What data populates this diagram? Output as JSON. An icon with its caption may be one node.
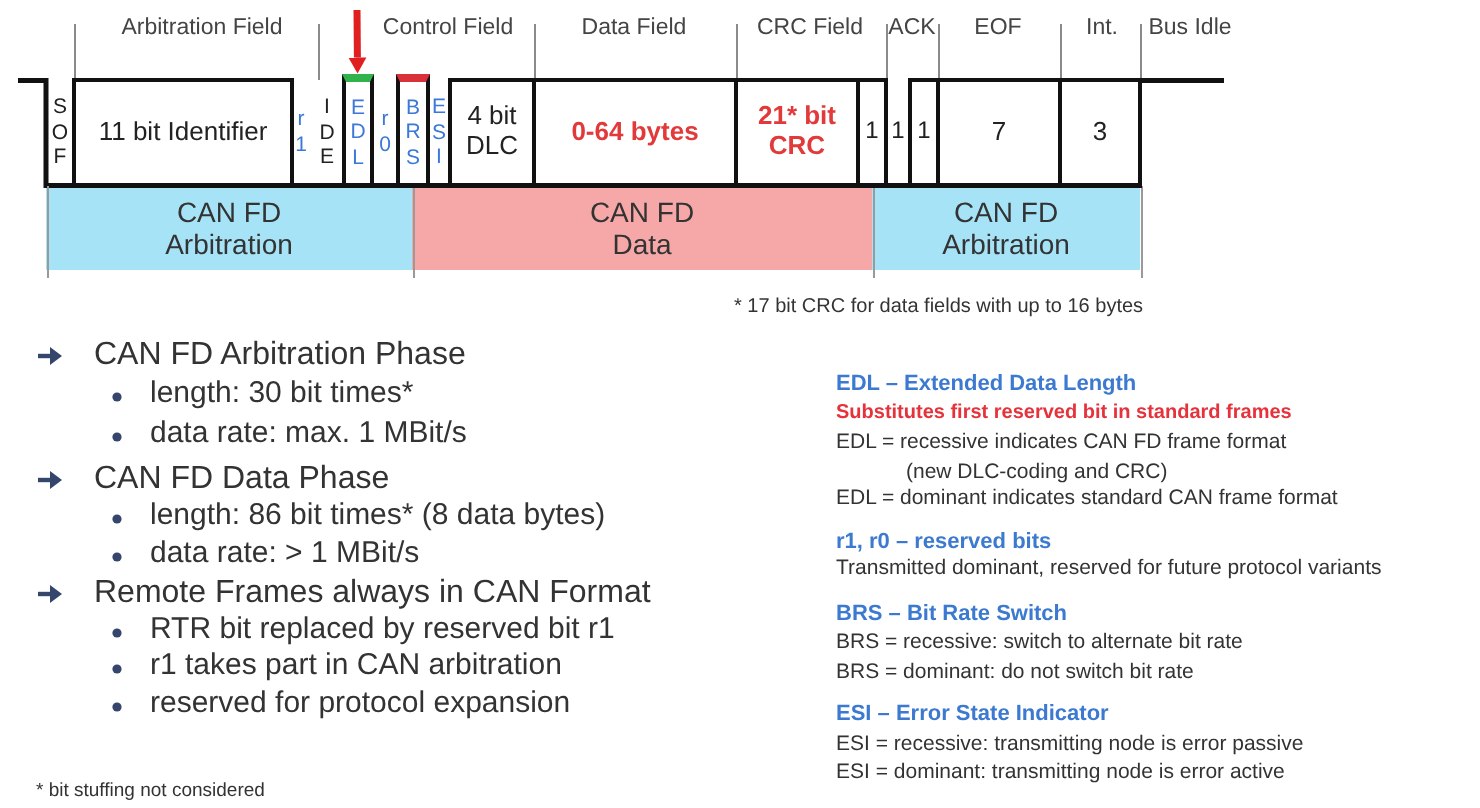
{
  "diagram": {
    "nodes": [
      {
        "text": [
          "SOF"
        ]
      },
      {
        "text": [
          "11 bit Identifier"
        ]
      },
      {
        "text": [
          "r1"
        ]
      },
      {
        "text": [
          "IDE"
        ]
      },
      {
        "text": [
          "EDL"
        ]
      },
      {
        "text": [
          "r0"
        ]
      },
      {
        "text": [
          "BRS"
        ]
      },
      {
        "text": [
          "ESI"
        ]
      },
      {
        "text": [
          "4 bit DLC"
        ]
      },
      {
        "text": [
          "0-64 bytes"
        ]
      },
      {
        "text": [
          "21* bit CRC"
        ]
      },
      {
        "text": [
          "1"
        ]
      },
      {
        "text": [
          "1"
        ]
      },
      {
        "text": [
          "1"
        ]
      },
      {
        "text": [
          "7"
        ]
      },
      {
        "text": [
          "3"
        ]
      },
      {
        "text": [
          "CAN FD Arbitration"
        ]
      },
      {
        "text": [
          "CAN FD Data"
        ]
      },
      {
        "text": [
          "CAN FD Arbitration"
        ]
      }
    ],
    "edges": [
      {
        "from": null,
        "to": 4,
        "arrow": "to",
        "color": "#e02020"
      }
    ],
    "labels": [
      "Arbitration Field",
      "Control Field",
      "Data Field",
      "CRC Field",
      "ACK",
      "EOF",
      "Int.",
      "Bus Idle",
      "* 17 bit CRC for data fields with up to 16 bytes",
      "CAN FD Arbitration Phase",
      "length: 30 bit times*",
      "data rate: max. 1 MBit/s",
      "CAN FD Data Phase",
      "length: 86 bit times* (8 data bytes)",
      "data rate: > 1 MBit/s",
      "Remote Frames always in CAN Format",
      "RTR bit replaced by reserved bit r1",
      "r1 takes part in CAN arbitration",
      "reserved for protocol expansion",
      "* bit stuffing not considered",
      "EDL – Extended Data Length",
      "Substitutes first reserved bit in standard frames",
      "EDL = recessive indicates CAN FD frame format (new DLC-coding and CRC)",
      "EDL = dominant indicates standard CAN frame format",
      "r1, r0 – reserved bits",
      "Transmitted dominant, reserved for future protocol variants",
      "BRS – Bit Rate Switch",
      "BRS = recessive: switch to alternate bit rate",
      "BRS = dominant: do not switch bit rate",
      "ESI – Error State Indicator",
      "ESI = recessive: transmitting node is error passive",
      "ESI = dominant: transmitting node is error active"
    ]
  }
}
